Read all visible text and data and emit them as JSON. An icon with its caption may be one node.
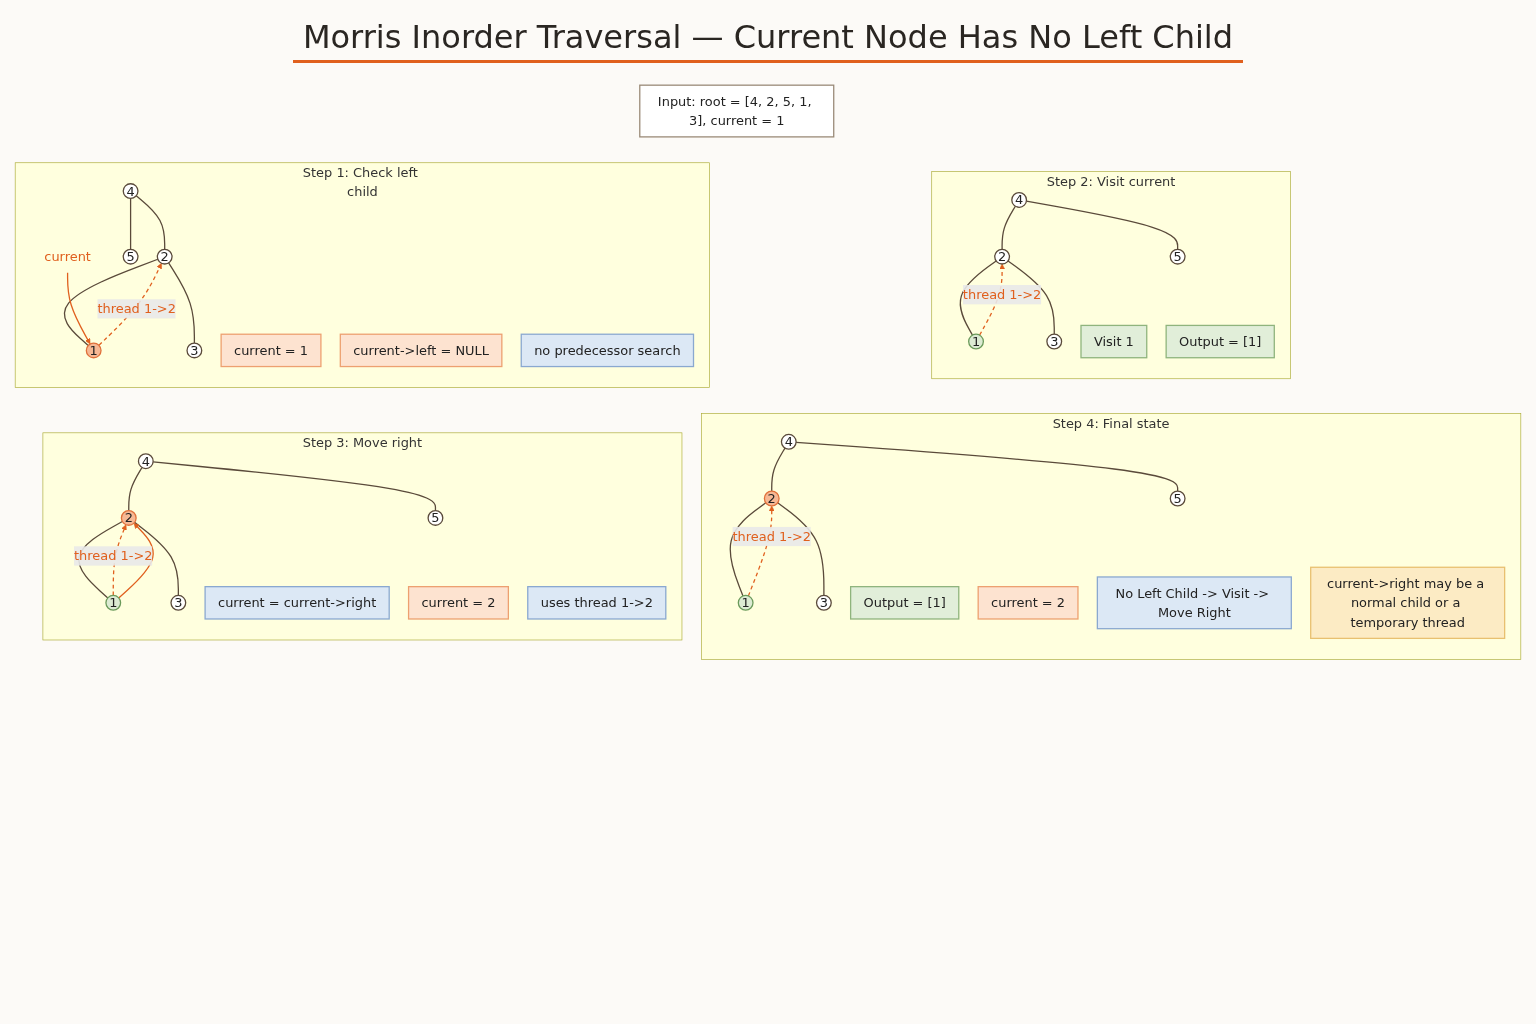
{
  "diagram": {
    "title": "Morris Inorder Traversal — Current Node Has No Left Child",
    "nodes": [
      {
        "text": [
          "Input: root = [4, 2, 5, 1, 3], current = 1"
        ]
      },
      {
        "text": [
          "Step 1: Check left child"
        ]
      },
      {
        "text": [
          "4"
        ],
        "in": 1
      },
      {
        "text": [
          "2"
        ],
        "in": 1
      },
      {
        "text": [
          "5"
        ],
        "in": 1
      },
      {
        "text": [
          "1"
        ],
        "in": 1
      },
      {
        "text": [
          "3"
        ],
        "in": 1
      },
      {
        "text": [
          "current"
        ],
        "in": 1
      },
      {
        "text": [
          "current = 1"
        ],
        "in": 1
      },
      {
        "text": [
          "current->left = NULL"
        ],
        "in": 1
      },
      {
        "text": [
          "no predecessor search"
        ],
        "in": 1
      },
      {
        "text": [
          "Step 2: Visit current"
        ]
      },
      {
        "text": [
          "4"
        ],
        "in": 11
      },
      {
        "text": [
          "2"
        ],
        "in": 11
      },
      {
        "text": [
          "5"
        ],
        "in": 11
      },
      {
        "text": [
          "1"
        ],
        "in": 11
      },
      {
        "text": [
          "3"
        ],
        "in": 11
      },
      {
        "text": [
          "Visit 1"
        ],
        "in": 11
      },
      {
        "text": [
          "Output = [1]"
        ],
        "in": 11
      },
      {
        "text": [
          "Step 3: Move right"
        ]
      },
      {
        "text": [
          "4"
        ],
        "in": 19
      },
      {
        "text": [
          "2"
        ],
        "in": 19
      },
      {
        "text": [
          "5"
        ],
        "in": 19
      },
      {
        "text": [
          "1"
        ],
        "in": 19
      },
      {
        "text": [
          "3"
        ],
        "in": 19
      },
      {
        "text": [
          "current = current->right"
        ],
        "in": 19
      },
      {
        "text": [
          "current = 2"
        ],
        "in": 19
      },
      {
        "text": [
          "uses thread 1->2"
        ],
        "in": 19
      },
      {
        "text": [
          "Step 4: Final state"
        ]
      },
      {
        "text": [
          "4"
        ],
        "in": 28
      },
      {
        "text": [
          "2"
        ],
        "in": 28
      },
      {
        "text": [
          "5"
        ],
        "in": 28
      },
      {
        "text": [
          "1"
        ],
        "in": 28
      },
      {
        "text": [
          "3"
        ],
        "in": 28
      },
      {
        "text": [
          "Output = [1]"
        ],
        "in": 28
      },
      {
        "text": [
          "current = 2"
        ],
        "in": 28
      },
      {
        "text": [
          "No Left Child -> Visit -> Move Right"
        ],
        "in": 28
      },
      {
        "text": [
          "current->right may be a normal child or a temporary thread"
        ],
        "in": 28
      }
    ],
    "edges": [
      {
        "from": 2,
        "to": 3,
        "arrow": "none"
      },
      {
        "from": 2,
        "to": 4,
        "arrow": "none"
      },
      {
        "from": 3,
        "to": 5,
        "arrow": "none"
      },
      {
        "from": 3,
        "to": 6,
        "arrow": "none"
      },
      {
        "from": 5,
        "to": 3,
        "arrow": "to",
        "style": "dashed",
        "color": "#e0601e",
        "label": "thread 1->2"
      },
      {
        "from": 7,
        "to": 5,
        "arrow": "to",
        "color": "#e0601e"
      },
      {
        "from": 12,
        "to": 13,
        "arrow": "none"
      },
      {
        "from": 12,
        "to": 14,
        "arrow": "none"
      },
      {
        "from": 13,
        "to": 15,
        "arrow": "none"
      },
      {
        "from": 13,
        "to": 16,
        "arrow": "none"
      },
      {
        "from": 15,
        "to": 13,
        "arrow": "to",
        "style": "dashed",
        "color": "#e0601e",
        "label": "thread 1->2"
      },
      {
        "from": 20,
        "to": 21,
        "arrow": "none"
      },
      {
        "from": 20,
        "to": 22,
        "arrow": "none"
      },
      {
        "from": 21,
        "to": 23,
        "arrow": "none"
      },
      {
        "from": 21,
        "to": 24,
        "arrow": "none"
      },
      {
        "from": 23,
        "to": 21,
        "arrow": "to",
        "style": "dashed",
        "color": "#e0601e",
        "label": "thread 1->2"
      },
      {
        "from": 23,
        "to": 21,
        "arrow": "to",
        "color": "#e0601e"
      },
      {
        "from": 29,
        "to": 30,
        "arrow": "none"
      },
      {
        "from": 29,
        "to": 31,
        "arrow": "none"
      },
      {
        "from": 30,
        "to": 32,
        "arrow": "none"
      },
      {
        "from": 30,
        "to": 33,
        "arrow": "none"
      },
      {
        "from": 32,
        "to": 30,
        "arrow": "to",
        "style": "dashed",
        "color": "#e0601e",
        "label": "thread 1->2"
      }
    ]
  }
}
